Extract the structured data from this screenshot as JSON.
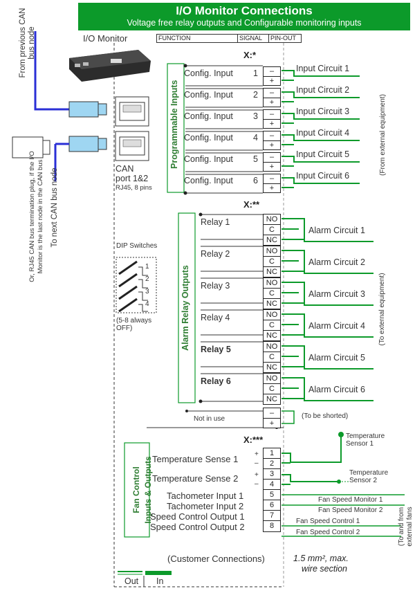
{
  "title": "I/O Monitor Connections",
  "subtitle": "Voltage free relay outputs and Configurable monitoring inputs",
  "device_label": "I/O Monitor",
  "header_cells": [
    "FUNCTION",
    "SIGNAL",
    "PIN-OUT"
  ],
  "left_notes": {
    "prev_node": "From previous CAN bus node",
    "next_node": "To next CAN bus node",
    "termination": "Or, RJ45 CAN bus termination plug, if the I/O Monitor is the last node in the CAN bus"
  },
  "can": {
    "label": "CAN",
    "port": "port 1&2",
    "spec": "RJ45, 8 pins"
  },
  "dip": {
    "label": "DIP Switches",
    "numbers": [
      "1",
      "2",
      "3",
      "4"
    ],
    "note": "(5-8 always OFF)"
  },
  "inputs": {
    "connector": "X:*",
    "group_label": "Programmable Inputs",
    "side_note": "(From external equipment)",
    "rows": [
      {
        "function": "Config. Input",
        "num": "1",
        "circuit": "Input Circuit 1"
      },
      {
        "function": "Config. Input",
        "num": "2",
        "circuit": "Input Circuit 2"
      },
      {
        "function": "Config. Input",
        "num": "3",
        "circuit": "Input Circuit 3"
      },
      {
        "function": "Config. Input",
        "num": "4",
        "circuit": "Input Circuit 4"
      },
      {
        "function": "Config. Input",
        "num": "5",
        "circuit": "Input Circuit 5"
      },
      {
        "function": "Config. Input",
        "num": "6",
        "circuit": "Input Circuit 6"
      }
    ],
    "pin_minus": "–",
    "pin_plus": "+"
  },
  "relays": {
    "connector": "X:**",
    "group_label": "Alarm Relay Outputs",
    "side_note": "(To external equipment)",
    "pins": [
      "NO",
      "C",
      "NC"
    ],
    "rows": [
      {
        "function": "Relay 1",
        "circuit": "Alarm Circuit 1"
      },
      {
        "function": "Relay 2",
        "circuit": "Alarm Circuit 2"
      },
      {
        "function": "Relay 3",
        "circuit": "Alarm Circuit 3"
      },
      {
        "function": "Relay 4",
        "circuit": "Alarm Circuit 4"
      },
      {
        "function": "Relay 5",
        "circuit": "Alarm Circuit 5"
      },
      {
        "function": "Relay 6",
        "circuit": "Alarm Circuit 6"
      }
    ],
    "not_in_use": "Not in use",
    "shorted": "(To be shorted)"
  },
  "fan": {
    "connector": "X:***",
    "group_label_1": "Fan Control",
    "group_label_2": "Inputs & Outputs",
    "side_note_1": "(To and from",
    "side_note_2": "external fans",
    "sensor1": "Temperature Sense 1",
    "sensor2": "Temperature Sense 2",
    "sensor1_out": "Temperature Sensor 1",
    "sensor2_out": "Temperature Sensor 2",
    "plus": "+",
    "minus": "–",
    "pins": [
      "1",
      "2",
      "3",
      "4",
      "5",
      "6",
      "7",
      "8"
    ],
    "signals": [
      {
        "function": "Tachometer Input 1",
        "pin": "5",
        "right": "Fan Speed Monitor 1"
      },
      {
        "function": "Tachometer Input 2",
        "pin": "6",
        "right": "Fan Speed Monitor 2"
      },
      {
        "function": "Speed Control Output 1",
        "pin": "7",
        "right": "Fan Speed Control 1"
      },
      {
        "function": "Speed Control Output 2",
        "pin": "8",
        "right": "Fan Speed Control 2"
      }
    ]
  },
  "footer": {
    "customer": "(Customer Connections)",
    "wire": "1.5 mm², max. wire section",
    "wire_1": "1.5 mm², max.",
    "wire_2": "wire section",
    "legend_out": "Out",
    "legend_in": "In"
  },
  "colors": {
    "green": "#0c9a2a",
    "blue": "#2a2fd6",
    "text": "#333333"
  }
}
